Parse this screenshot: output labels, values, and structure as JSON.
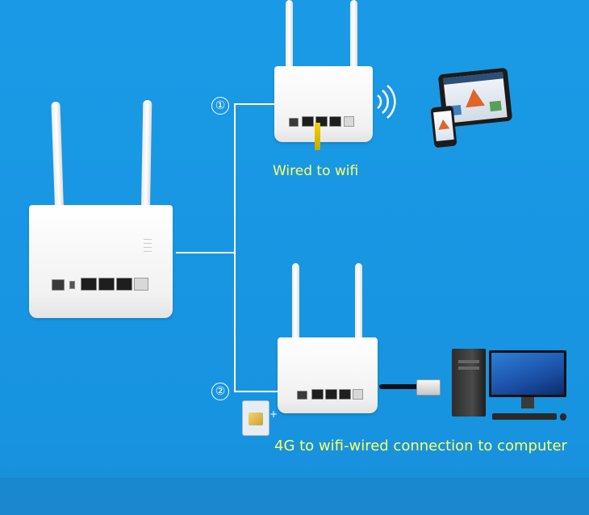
{
  "steps": [
    {
      "number": "①",
      "caption": "Wired to wifi"
    },
    {
      "number": "②",
      "caption": "4G to wifi-wired connection to computer"
    }
  ],
  "colors": {
    "background": "#1793e0",
    "caption": "#ffff66",
    "lines": "#ffffff"
  },
  "icons": {
    "main_router": "router-icon",
    "wifi_router": "router-icon",
    "lte_router": "router-icon",
    "wifi_signal": "wifi-signal-icon",
    "tablet": "tablet-icon",
    "phone": "smartphone-icon",
    "sim_card": "sim-card-icon",
    "ethernet_cable": "ethernet-cable-icon",
    "computer": "desktop-computer-icon"
  }
}
